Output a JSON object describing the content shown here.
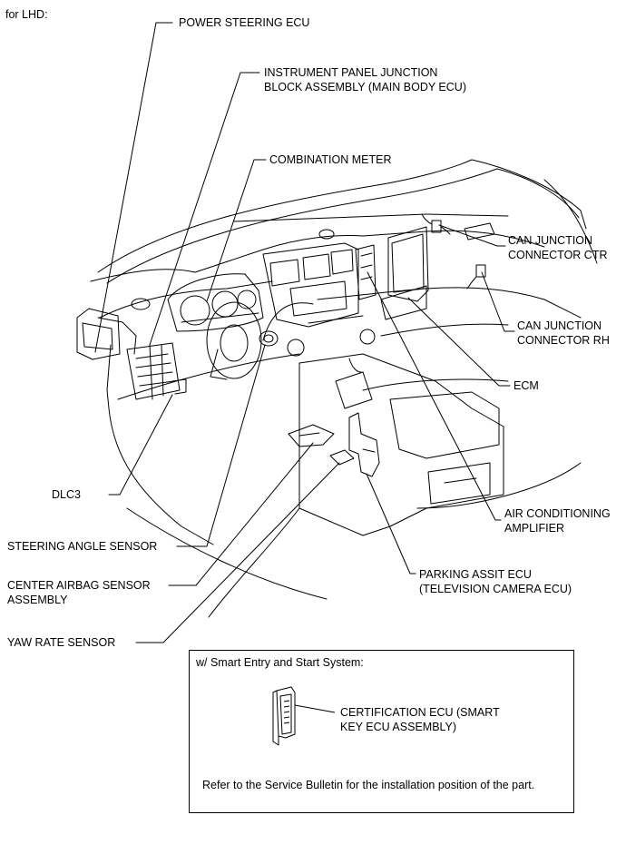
{
  "caption": "for LHD:",
  "labels": {
    "power_steering_ecu": "POWER STEERING ECU",
    "ipjb_line1": "INSTRUMENT PANEL JUNCTION",
    "ipjb_line2": "BLOCK ASSEMBLY (MAIN BODY ECU)",
    "combination_meter": "COMBINATION METER",
    "can_ctr_line1": "CAN JUNCTION",
    "can_ctr_line2": "CONNECTOR CTR",
    "can_rh_line1": "CAN JUNCTION",
    "can_rh_line2": "CONNECTOR RH",
    "ecm": "ECM",
    "dlc3": "DLC3",
    "ac_amp_line1": "AIR CONDITIONING",
    "ac_amp_line2": "AMPLIFIER",
    "steering_angle_sensor": "STEERING ANGLE SENSOR",
    "center_airbag_line1": "CENTER AIRBAG SENSOR",
    "center_airbag_line2": "ASSEMBLY",
    "parking_assist_line1": "PARKING ASSIT ECU",
    "parking_assist_line2": "(TELEVISION CAMERA ECU)",
    "yaw_rate_sensor": "YAW RATE SENSOR"
  },
  "inset": {
    "heading": "w/ Smart Entry and Start System:",
    "cert_line1": "CERTIFICATION ECU (SMART",
    "cert_line2": "KEY ECU ASSEMBLY)",
    "note": "Refer to the Service Bulletin for the installation position of the part."
  }
}
